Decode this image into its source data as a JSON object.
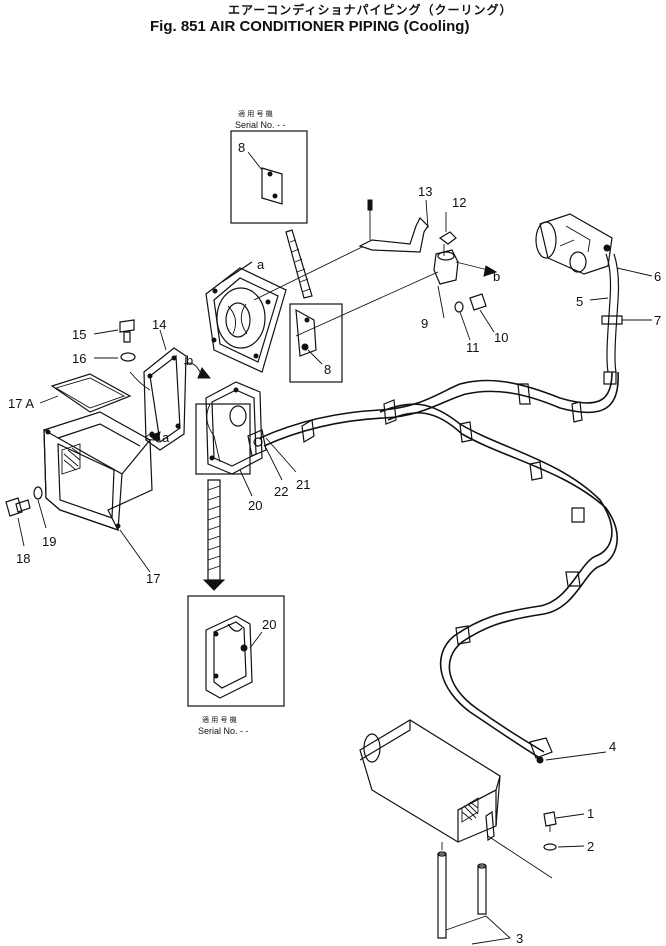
{
  "header": {
    "title_jp": "エアーコンディショナパイピング（クーリング）",
    "title_en": "Fig. 851 AIR CONDITIONER PIPING (Cooling)"
  },
  "insets": {
    "top": {
      "serial_jp": "適 用 号 機",
      "serial_label": "Serial No. - -",
      "part": "8"
    },
    "bottom": {
      "serial_jp": "適 用 号 機",
      "serial_label": "Serial No. - -",
      "part": "20"
    }
  },
  "callouts": {
    "c1": "1",
    "c2": "2",
    "c3": "3",
    "c4": "4",
    "c5": "5",
    "c6": "6",
    "c7": "7",
    "c8": "8",
    "c9": "9",
    "c10": "10",
    "c11": "11",
    "c12": "12",
    "c13": "13",
    "c14": "14",
    "c15": "15",
    "c16": "16",
    "c17": "17",
    "c17a": "17 A",
    "c18": "18",
    "c19": "19",
    "c20": "20",
    "c21": "21",
    "c22": "22"
  },
  "refs": {
    "a1": "a",
    "a2": "a",
    "b1": "b",
    "b2": "b"
  }
}
